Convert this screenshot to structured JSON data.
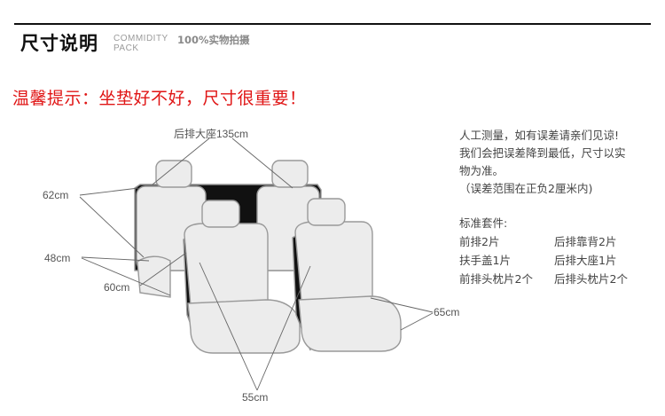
{
  "header": {
    "title_cn": "尺寸说明",
    "title_en_line1": "COMMIDITY",
    "title_en_line2": "PACK",
    "tag": "100%实物拍摄"
  },
  "tip": "温馨提示：坐垫好不好，尺寸很重要！",
  "dimensions": {
    "rear_big_seat": "后排大座135cm",
    "d62": "62cm",
    "d48": "48cm",
    "d60": "60cm",
    "d65": "65cm",
    "d55": "55cm"
  },
  "note": {
    "line1": "人工测量，如有误差请亲们见谅!",
    "line2": "我们会把误差降到最低，尺寸以实",
    "line3": "物为准。",
    "line4": "（误差范围在正负2厘米内)"
  },
  "kit": {
    "heading": "标准套件:",
    "items": [
      "前排2片",
      "后排靠背2片",
      "扶手盖1片",
      "后排大座1片",
      "前排头枕片2个",
      "后排头枕片2个"
    ]
  },
  "colors": {
    "tip_red": "#e01515",
    "cover_fill": "#ececec",
    "edge_black": "#111111"
  }
}
